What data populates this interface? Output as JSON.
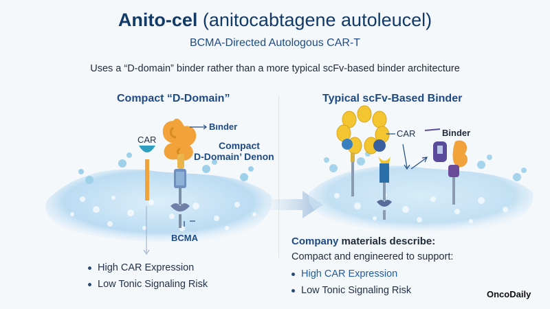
{
  "header": {
    "title_bold": "Anito-cel",
    "title_rest": "(anitocabtagene autoleucel)",
    "subtitle": "BCMA-Directed Autologous CAR-T",
    "tagline": "Uses a “D-domain” binder rather than a more typical scFv-based binder architecture"
  },
  "left_panel": {
    "heading": "Compact “D-Domain”",
    "labels": {
      "car": "CAR",
      "binder": "Bınder",
      "compact_line1": "Compact",
      "compact_line2": "D-Domain’ Denon",
      "bcma": "BCMA"
    },
    "bullets": [
      "High CAR Expression",
      "Low Tonic Signaling Risk"
    ]
  },
  "right_panel": {
    "heading": "Typical scFv-Based Binder",
    "labels": {
      "car": "CAR",
      "binder": "Binder"
    },
    "company_bold": "Company",
    "company_rest": " materials describe:",
    "support_text": "Compact and engineered to support:",
    "bullets": [
      "High CAR Expression",
      "Low Tonic Signaling Risk"
    ]
  },
  "brand": "OncoDaily",
  "colors": {
    "navy": "#123a66",
    "heading_blue": "#1d4a82",
    "bullet_blue": "#1f5aa0",
    "orange": "#f2a23a",
    "yellow": "#f3c531",
    "cell_blue": "#bfdcf0",
    "purple": "#5a4a9a"
  },
  "icons": [
    "cell-membrane-illustration",
    "d-domain-binder-illustration",
    "scfv-binder-illustration",
    "bcma-receptor-icon",
    "arrow-icon"
  ]
}
